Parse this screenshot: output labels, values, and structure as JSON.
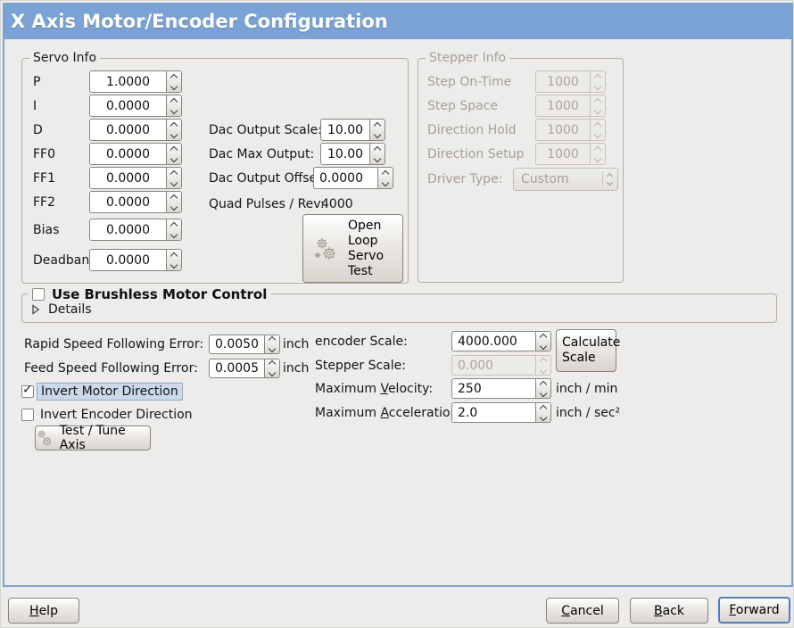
{
  "colors": {
    "header_blue": "#7aa2d4",
    "focus_blue": "#4d7fc0",
    "highlight_bg": "#ccd9eb"
  },
  "window": {
    "title": "X Axis Motor/Encoder Configuration"
  },
  "servo": {
    "title": "Servo Info",
    "fields": [
      {
        "label": "P",
        "value": "1.0000"
      },
      {
        "label": "I",
        "value": "0.0000"
      },
      {
        "label": "D",
        "value": "0.0000"
      },
      {
        "label": "FF0",
        "value": "0.0000"
      },
      {
        "label": "FF1",
        "value": "0.0000"
      },
      {
        "label": "FF2",
        "value": "0.0000"
      },
      {
        "label": "Bias",
        "value": "0.0000"
      },
      {
        "label": "Deadband",
        "value": "0.0000"
      }
    ],
    "dac": [
      {
        "label": "Dac Output Scale:",
        "value": "10.00"
      },
      {
        "label": "Dac Max Output:",
        "value": "10.00"
      },
      {
        "label": "Dac Output Offset:",
        "value": "0.0000"
      }
    ],
    "quad_label": "Quad Pulses / Rev:",
    "quad_value": "4000",
    "open_loop_button": "Open Loop Servo Test"
  },
  "stepper": {
    "title": "Stepper Info",
    "fields": [
      {
        "label": "Step On-Time",
        "value": "1000"
      },
      {
        "label": "Step Space",
        "value": "1000"
      },
      {
        "label": "Direction Hold",
        "value": "1000"
      },
      {
        "label": "Direction Setup",
        "value": "1000"
      }
    ],
    "driver_label": "Driver Type:",
    "driver_value": "Custom"
  },
  "brushless": {
    "checkbox_label": "Use Brushless Motor Control",
    "details_label": "Details"
  },
  "ferror": [
    {
      "label": "Rapid Speed Following Error:",
      "value": "0.0050",
      "unit": "inch"
    },
    {
      "label": "Feed Speed Following Error:",
      "value": "0.0005",
      "unit": "inch"
    }
  ],
  "options": {
    "invert_motor_label": "Invert Motor Direction",
    "invert_encoder_label": "Invert Encoder Direction",
    "test_tune_button": "Test / Tune Axis"
  },
  "scale": {
    "encoder_label": "encoder Scale:",
    "encoder_value": "4000.000",
    "stepper_label": "Stepper Scale:",
    "stepper_value": "0.000",
    "velocity_label": "Maximum _Velocity:",
    "velocity_value": "250",
    "velocity_unit": "inch / min",
    "accel_label": "Maximum _Acceleration:",
    "accel_value": "2.0",
    "accel_unit": "inch / sec²",
    "calculate_button": "Calculate Scale"
  },
  "footer": {
    "help": "_Help",
    "cancel": "_Cancel",
    "back": "_Back",
    "forward": "_Forward"
  }
}
